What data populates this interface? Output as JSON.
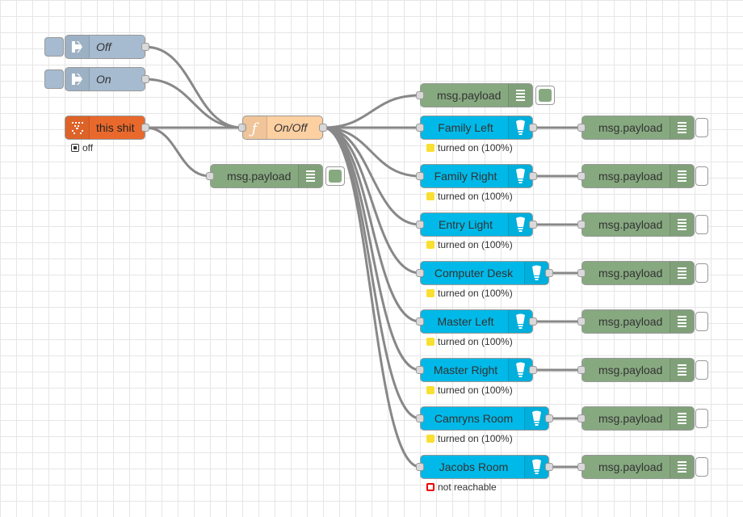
{
  "flow": {
    "inject_off": {
      "label": "Off",
      "icon": "arrow-in-icon"
    },
    "inject_on": {
      "label": "On",
      "icon": "arrow-in-icon"
    },
    "trigger": {
      "label": "this shit",
      "icon": "trigger-icon",
      "status": "off"
    },
    "function": {
      "label": "On/Off",
      "icon": "function-icon"
    },
    "debug_label": "msg.payload",
    "lights": [
      {
        "label": "Family Left",
        "status": "turned on (100%)",
        "status_kind": "yellow"
      },
      {
        "label": "Family Right",
        "status": "turned on (100%)",
        "status_kind": "yellow"
      },
      {
        "label": "Entry Light",
        "status": "turned on (100%)",
        "status_kind": "yellow"
      },
      {
        "label": "Computer Desk",
        "status": "turned on (100%)",
        "status_kind": "yellow"
      },
      {
        "label": "Master Left",
        "status": "turned on (100%)",
        "status_kind": "yellow"
      },
      {
        "label": "Master Right",
        "status": "turned on (100%)",
        "status_kind": "yellow"
      },
      {
        "label": "Camryns Room",
        "status": "turned on (100%)",
        "status_kind": "yellow"
      },
      {
        "label": "Jacobs Room",
        "status": "not reachable",
        "status_kind": "red-ring"
      }
    ]
  },
  "colors": {
    "inject": "#a6bbcf",
    "debug": "#87a980",
    "function": "#fdd0a2",
    "hue": "#00b9e8",
    "trigger": "#e9692c",
    "wire": "#888888"
  }
}
